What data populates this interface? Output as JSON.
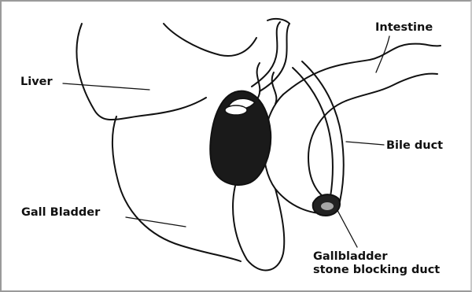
{
  "labels": {
    "intestine": "Intestine",
    "liver": "Liver",
    "bile_duct": "Bile duct",
    "gall_bladder": "Gall Bladder",
    "stone_line1": "Gallbladder",
    "stone_line2": "stone blocking duct"
  }
}
